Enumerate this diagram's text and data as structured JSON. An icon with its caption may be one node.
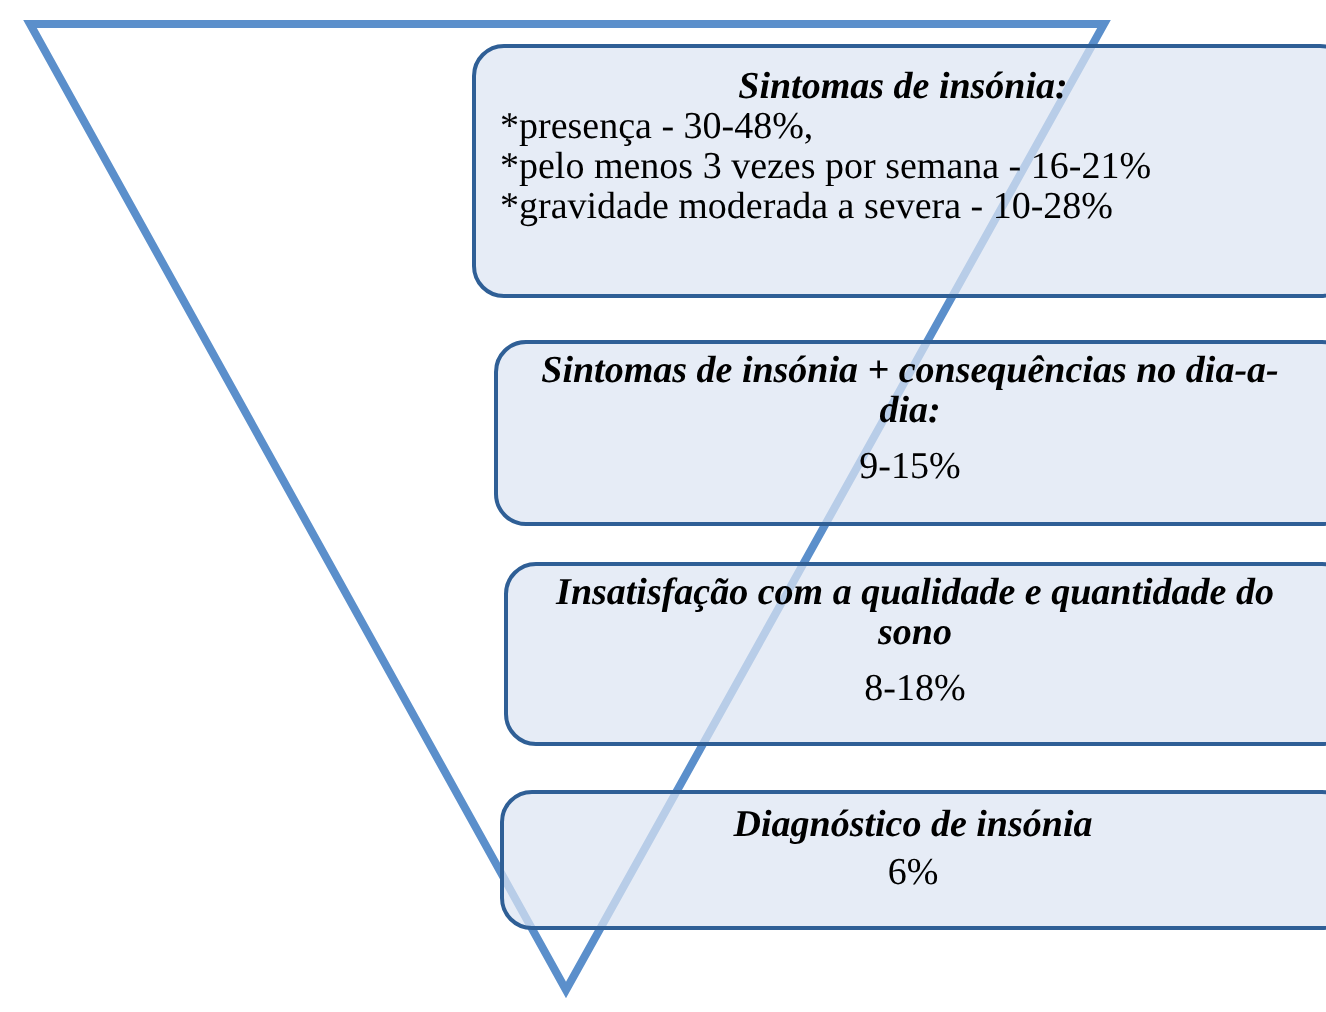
{
  "diagram": {
    "nodes": [
      {
        "text": [
          "Sintomas de insónia:",
          "*presença - 30-48%,",
          "*pelo menos 3 vezes por semana - 16-21%",
          "*gravidade moderada a severa - 10-28%"
        ]
      },
      {
        "text": [
          "Sintomas de insónia + consequências no dia-a-dia:",
          "9-15%"
        ]
      },
      {
        "text": [
          "Insatisfação com a qualidade e quantidade do sono",
          "8-18%"
        ]
      },
      {
        "text": [
          "Diagnóstico de insónia",
          "6%"
        ]
      }
    ]
  }
}
